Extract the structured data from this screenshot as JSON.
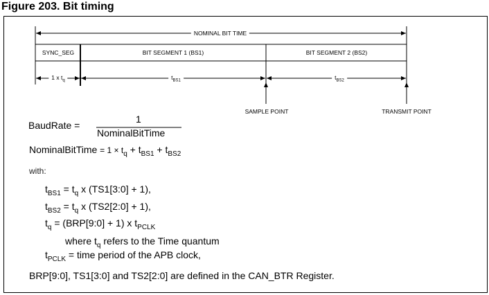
{
  "figure": {
    "title": "Figure 203. Bit timing"
  },
  "diagram": {
    "nominal_bit_time": "NOMINAL BIT TIME",
    "segments": [
      "SYNC_SEG",
      "BIT SEGMENT 1 (BS1)",
      "BIT SEGMENT 2 (BS2)"
    ],
    "durations": {
      "sync_main": "1 x t",
      "sync_sub": "q",
      "bs1_main": "t",
      "bs1_sub": "BS1",
      "bs2_main": "t",
      "bs2_sub": "BS2"
    },
    "sample_point": "SAMPLE POINT",
    "transmit_point": "TRANSMIT POINT"
  },
  "formulas": {
    "baud_lhs": "BaudRate =",
    "baud_num": "1",
    "baud_den": "NominalBitTime",
    "nbt_lhs": "NominalBitTime",
    "nbt_eq": "= 1 × t",
    "nbt_q": "q",
    "nbt_p1": " + t",
    "nbt_bs1": "BS1",
    "nbt_p2": " + t",
    "nbt_bs2": "BS2",
    "with": "with:",
    "l1_t": "t",
    "l1_sub": "BS1",
    "l1_eq": " = t",
    "l1_q": "q",
    "l1_rest": " x (TS1[3:0] + 1),",
    "l2_t": "t",
    "l2_sub": "BS2",
    "l2_eq": " = t",
    "l2_q": "q",
    "l2_rest": " x (TS2[2:0] + 1),",
    "l3_t": "t",
    "l3_q": "q",
    "l3_rest": " = (BRP[9:0] + 1) x t",
    "l3_sub": "PCLK",
    "l4_a": "where t",
    "l4_q": "q",
    "l4_rest": " refers to the Time quantum",
    "l5_t": "t",
    "l5_sub": "PCLK",
    "l5_rest": " = time period of the APB clock,",
    "footer": "BRP[9:0], TS1[3:0] and TS2[2:0] are defined in the CAN_BTR Register."
  }
}
